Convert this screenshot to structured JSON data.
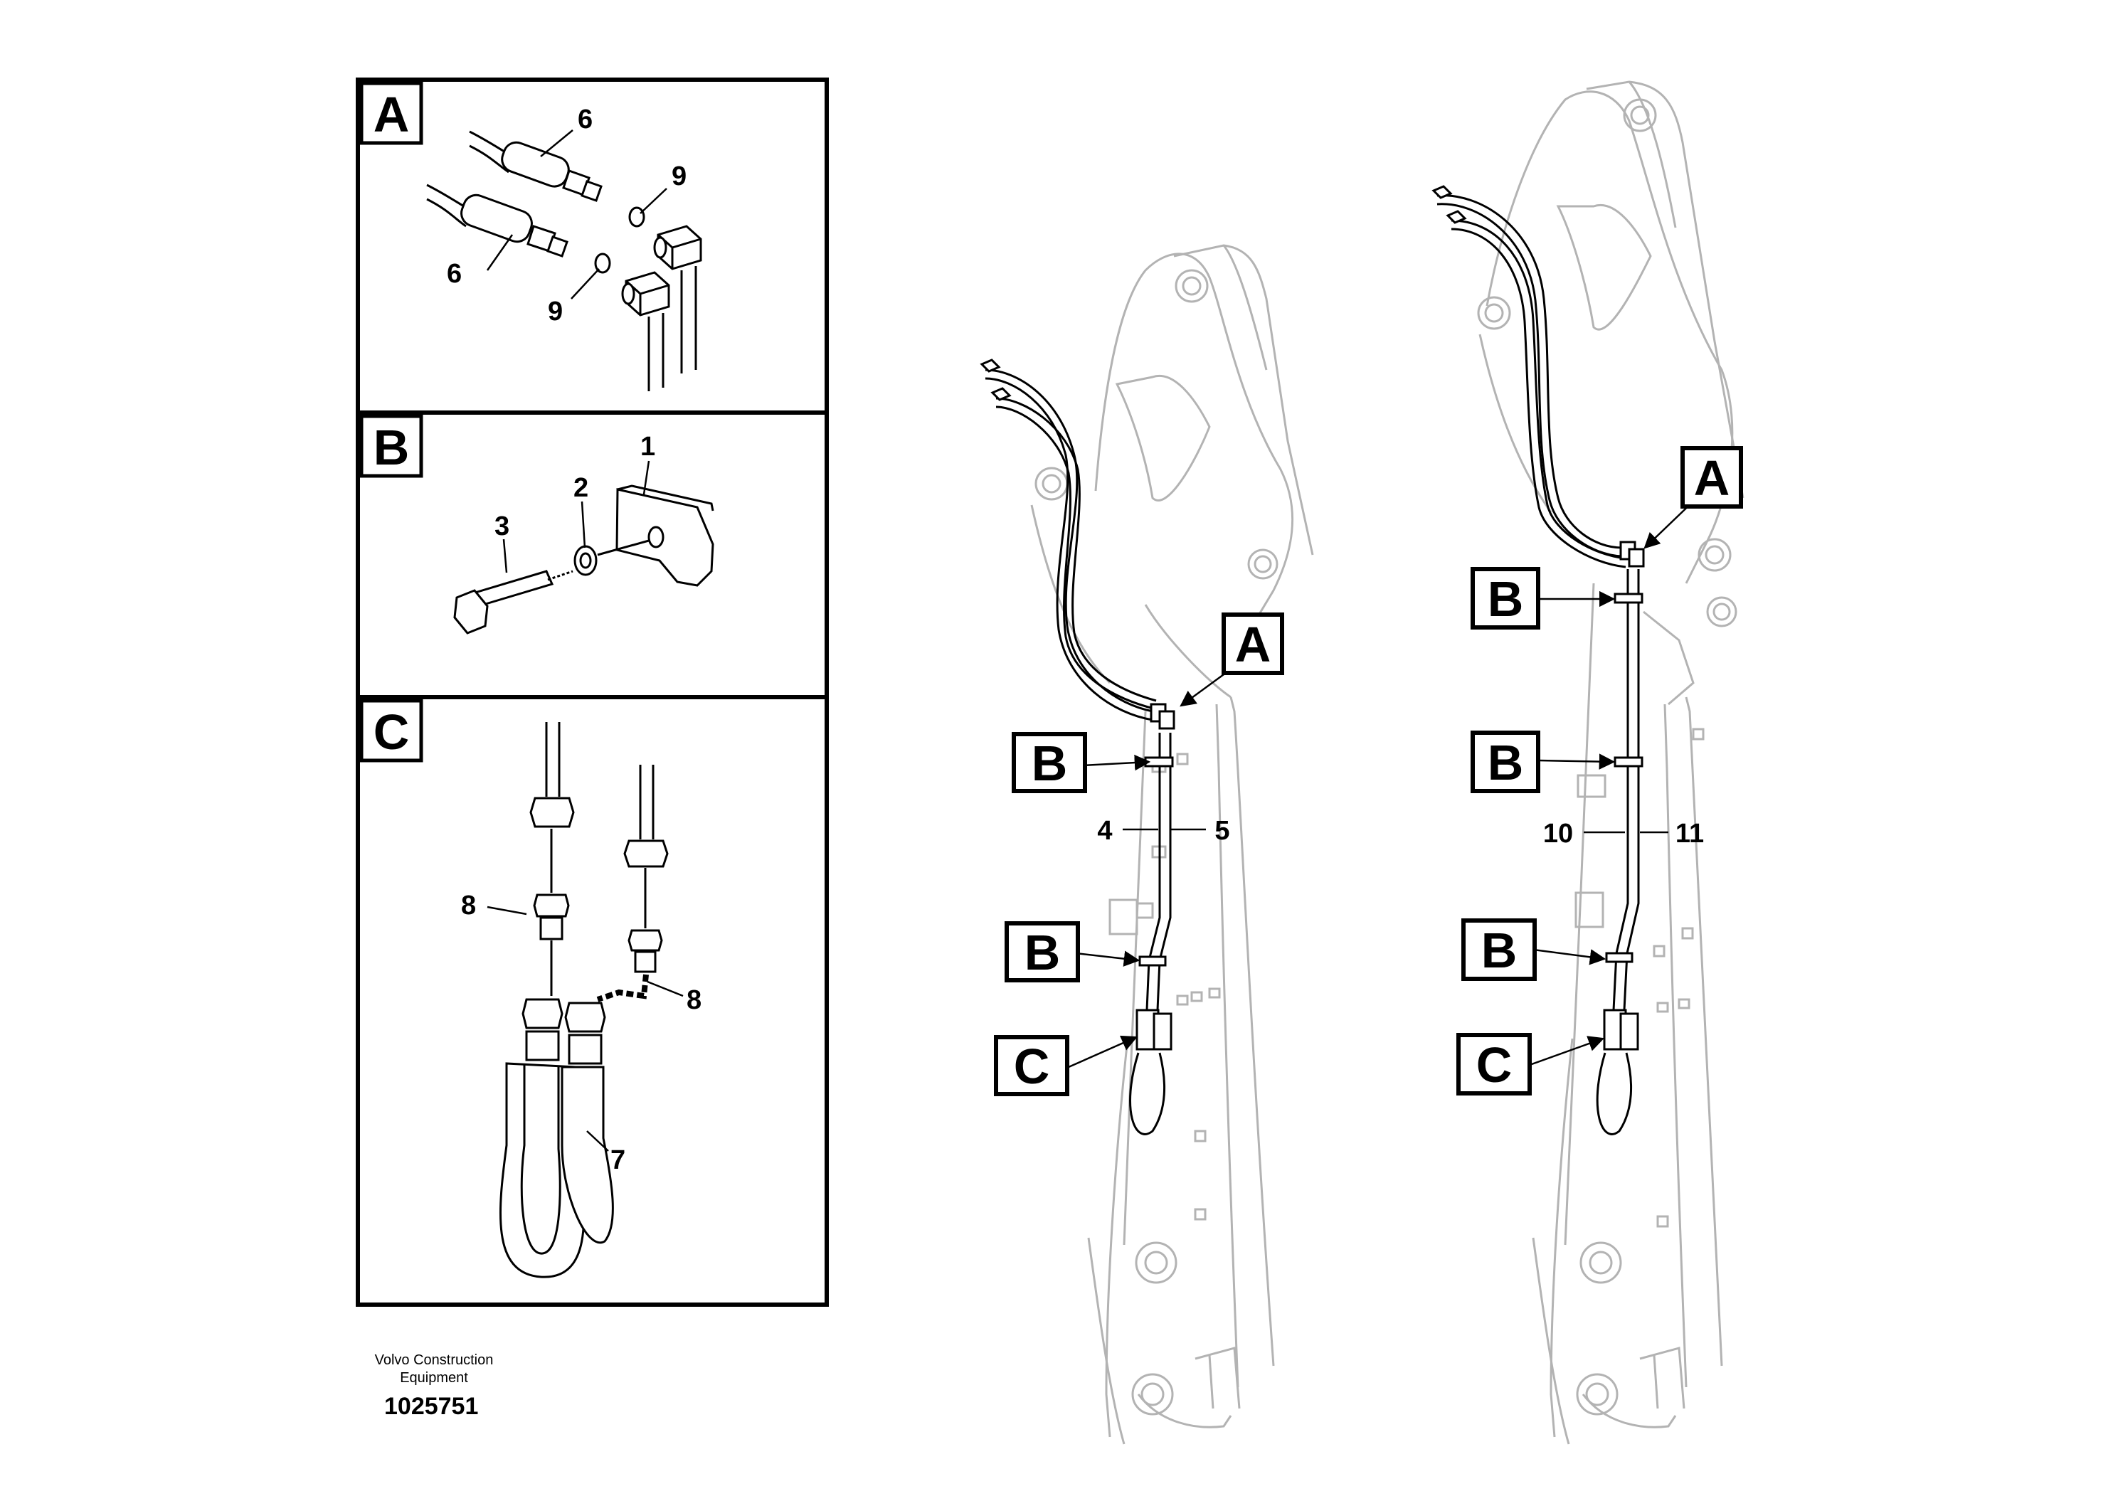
{
  "panels": {
    "a": {
      "letter": "A",
      "callouts": {
        "hose_top": "6",
        "hose_bottom": "6",
        "seal_top": "9",
        "seal_bottom": "9"
      }
    },
    "b": {
      "letter": "B",
      "callouts": {
        "clamp": "1",
        "washer": "2",
        "screw": "3"
      }
    },
    "c": {
      "letter": "C",
      "callouts": {
        "nipple_left": "8",
        "nipple_right": "8",
        "hose": "7"
      }
    }
  },
  "arm_left": {
    "labels": {
      "a": "A",
      "b_top": "B",
      "b_bottom": "B",
      "c": "C"
    },
    "callouts": {
      "pipe_left": "4",
      "pipe_right": "5"
    }
  },
  "arm_right": {
    "labels": {
      "a": "A",
      "b_top": "B",
      "b_mid": "B",
      "b_bottom": "B",
      "c": "C"
    },
    "callouts": {
      "pipe_left": "10",
      "pipe_right": "11"
    }
  },
  "footer": {
    "company_line1": "Volvo Construction",
    "company_line2": "Equipment",
    "drawing_number": "1025751"
  }
}
